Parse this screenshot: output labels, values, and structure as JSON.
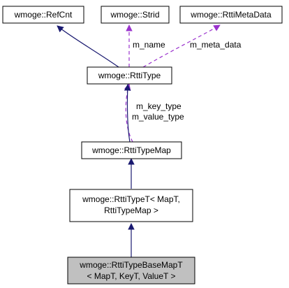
{
  "colors": {
    "background": "#ffffff",
    "node_border": "#000000",
    "node_fill": "#ffffff",
    "highlight_fill": "#c0c0c0",
    "inherit_edge": "#191970",
    "usage_edge": "#9a32cd"
  },
  "nodes": {
    "refcnt": {
      "label": "wmoge::RefCnt"
    },
    "strid": {
      "label": "wmoge::Strid"
    },
    "metadata": {
      "label": "wmoge::RttiMetaData"
    },
    "rttitype": {
      "label": "wmoge::RttiType"
    },
    "typemap": {
      "label": "wmoge::RttiTypeMap"
    },
    "typet": {
      "line1": "wmoge::RttiTypeT< MapT,",
      "line2": "RttiTypeMap >"
    },
    "basemap": {
      "line1": "wmoge::RttiTypeBaseMapT",
      "line2": "< MapT, KeyT, ValueT >"
    }
  },
  "edge_labels": {
    "name": "m_name",
    "meta_data": "m_meta_data",
    "key_type": "m_key_type",
    "value_type": "m_value_type"
  }
}
